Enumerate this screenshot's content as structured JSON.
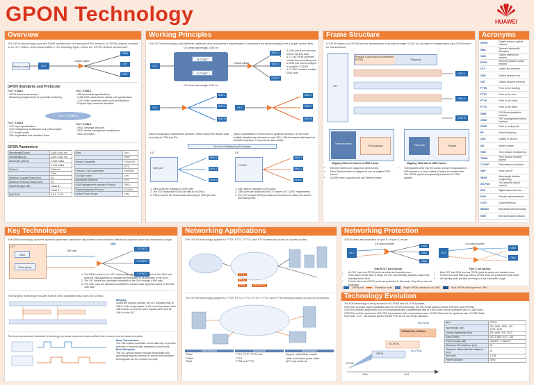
{
  "header": {
    "title": "GPON Technology",
    "logo_text": "HUAWEI"
  },
  "overview": {
    "title": "Overview",
    "desc": "The GPON technology uses the P2MP architecture of a standard PON network. A GPON network consists of an OLT, ONUs, and optical splitters. The following figure shows the GPON network architecture.",
    "labels": {
      "service_node": "Service node",
      "olt": "OLT",
      "splitter": "Optical splitter",
      "onu": "ONU",
      "ont": "ONT"
    },
    "std_title": "GPON Standards and Protocols",
    "std_center": "ITU-T G.984.x",
    "stds": [
      {
        "name": "ITU-T G.984.1",
        "lines": [
          "- GPON network parameters",
          "- Networking requirements for protection switching"
        ]
      },
      {
        "name": "ITU-T G.984.2",
        "lines": [
          "- ODN parameter specifications",
          "- 2.488 Gbit/s downstream optical port specifications",
          "- 1.244 Gbit/s upstream optical port specifications",
          "- Physical layer overhead allocation"
        ]
      },
      {
        "name": "ITU-T G.984.3",
        "lines": [
          "- GTC layer specifications",
          "- GTC multiplexing architecture and protocol stack",
          "- GTC frame format",
          "- ONU registration and activation flows",
          "- DBA specifications",
          "- Alarms and performance"
        ]
      },
      {
        "name": "ITU-T G.984.4",
        "lines": [
          "- OMCI message structure",
          "- OMCI device management architecture",
          "- OMCI principles"
        ]
      }
    ],
    "param_title": "GPON Parameters",
    "params_left": [
      [
        "Wavelength(Down)",
        "1480~1500 nm"
      ],
      [
        "Wavelength(Up)",
        "1290~1330 nm"
      ],
      [
        "Bandwidth (Gbit/s)",
        "2.488 Gbit/s"
      ],
      [
        "",
        "1.244 Gbit/s"
      ],
      [
        "Protocol",
        "Ethernet"
      ],
      [
        "",
        "TDM"
      ],
      [
        "Maximum Logical Reach (km)",
        "60"
      ],
      [
        "Maximum Physical Reach (km)",
        "20"
      ],
      [
        "Optical Budget (dB)",
        "Class B+"
      ],
      [
        "",
        "Class C+"
      ],
      [
        "Split Ratio",
        "1:64, 1:128"
      ]
    ],
    "params_right": [
      [
        "Data",
        "QoS"
      ],
      [
        "",
        "Voice"
      ],
      [
        "Service Capability",
        "TDM/CES"
      ],
      [
        "",
        "IPTV"
      ],
      [
        "Protocol & QoS guarantee",
        "Excellent"
      ],
      [
        "Cost (per user)",
        "Low"
      ],
      [
        "Bandwidth Efficiency",
        "92%"
      ],
      [
        "OAM Management standard Protocol",
        "OMCI"
      ],
      [
        "Power/Integration Protocol",
        "PLOAM"
      ],
      [
        "Global Forum Scope",
        "Cost"
      ]
    ]
  },
  "working": {
    "title": "Working Principles",
    "desc": "The GPON technology uses different upstream and downstream wavelengths to transmit data bidirectionally over a single optical fiber.",
    "ds_wl": "DS carrier wavelength: 1490 nm",
    "us_wl": "US carrier wavelength: 1310 nm",
    "labels": {
      "olt": "OLT",
      "rx": "R-CONT",
      "tx": "T-CONT",
      "splitter": "Optical splitter",
      "onu1": "ONU 1",
      "onu2": "ONU 2",
      "onun": "ONU N",
      "gem": "Gem port"
    },
    "notes": [
      "A GEM port is the minimum unit for carrying data.",
      "A T-CONT is an upstream service flow scheduling unit.",
      "A GEM port can be mapped to multiple T-CONTs.",
      "A T-CONT contains multiple GEM ports."
    ],
    "bcast": "Data is broadcast in downstream direction. ONUs receive the desired data according to GEM port IDs.",
    "tdma": "Data is transmitted in TDMA mode in upstream direction. On the node, multiple timeslots are allocated to each ONU. ONUs transmit data based on allocated timeslots. This prevents data conflict.",
    "mux_title": "Service Multiplexing Principles",
    "mux_left": [
      "GEM ports are mapped to GEM ports.",
      "The OLT broadcasts GEM port data to all ONUs.",
      "ONUs receive the desired data according to GEM port IDs."
    ],
    "mux_right": [
      "ONU data is mapped to GEM ports.",
      "GEM ports are added into the OLT based on T-CONT requirements.",
      "The OLT extracts GEM port data and forwards the data to its service processing units."
    ]
  },
  "frame": {
    "title": "Frame Structure",
    "desc": "A GPON frame is a GPON service transmission unit with a length of 125 us. All data is encapsulated into GEM frames for transmission.",
    "labels": {
      "pcbd": "Physical Control Block Downstream (PCBd)",
      "payload": "Payload",
      "olt": "OLT",
      "onu1": "ONU 1",
      "onu2": "ONU 2",
      "onun": "ONU N",
      "gem_payload": "GEM payload",
      "tdm": "TDM data",
      "eth": "Ethernet frame",
      "payload2": "Payload"
    },
    "maps": [
      "Mapping Ethernet frames to GEM frames",
      "Mapping TDM data to GEM frames"
    ],
    "notes_left": [
      "Ethernet frames are mapped to GEM frames.",
      "Each Ethernet frame is mapped to one or multiple GEM frames.",
      "A GEM frame supports only one Ethernet frame."
    ],
    "notes_right": [
      "TDM packets enter into the queue and are encapsulated in GEM frames in a fixed number of bytes for transmission.",
      "The GPON system transparently transmits the TDM packets."
    ]
  },
  "acronyms": {
    "title": "Acronyms",
    "items": [
      [
        "GPON",
        "Gigabit passive optical network"
      ],
      [
        "DBA",
        "Dynamic bandwidth allocation"
      ],
      [
        "ODN",
        "Optical distribution network"
      ],
      [
        "EPON",
        "Ethernet passive optical network"
      ],
      [
        "OLT",
        "Optical line terminal"
      ],
      [
        "ONU",
        "Optical network unit"
      ],
      [
        "ONT",
        "Optical network terminal"
      ],
      [
        "FTTB",
        "Fiber to the building"
      ],
      [
        "FTTC",
        "Fiber to the curb"
      ],
      [
        "FTTH",
        "Fiber to the home"
      ],
      [
        "FTTO",
        "Fiber to the office"
      ],
      [
        "GEM",
        "GPON encapsulation method"
      ],
      [
        "OMCI",
        "ONT management control interface"
      ],
      [
        "P2MP",
        "Point to multi-point"
      ],
      [
        "RF",
        "Radio frequency"
      ],
      [
        "QoS",
        "Quality of service"
      ],
      [
        "SN",
        "Serial number"
      ],
      [
        "TDM",
        "Time division multiplexing"
      ],
      [
        "TDMA",
        "Time division multiple access"
      ],
      [
        "T-CONT",
        "Transmission container"
      ],
      [
        "VoIP",
        "Voice over IP"
      ],
      [
        "WDM",
        "Wavelength division multiplexing"
      ],
      [
        "XG-PON",
        "10G passive optical network"
      ],
      [
        "DSL",
        "Digital subscriber line"
      ],
      [
        "PON",
        "Passive optical network"
      ],
      [
        "CATV",
        "Cable television"
      ],
      [
        "WiMAX",
        "Worldwide interoperability"
      ],
      [
        "NGN",
        "Next generation network"
      ]
    ]
  },
  "keytech": {
    "title": "Key Technologies",
    "dba_desc": "The DBA technology uses the dynamic upstream bandwidth adjustment mechanism to effectively improve upstream bandwidth usage.",
    "dba_title": "DBA",
    "dba_notes": [
      "The DBA module in the OLT continuously collects DBA reports from the ONU and uses the DBA algorithm to calculate the bandwidth to be allocated to the ONU.",
      "The OLT issues the calculated bandwidth to the ONU through a BW map.",
      "The ONU uses the allocated bandwidth to transmit data upstream based on the BW map data."
    ],
    "labels": {
      "olt": "OLT",
      "onu": "ONU",
      "dba": "DBA",
      "data_plane": "Data plane",
      "bw": "BW map",
      "tcont": "T-CONT",
      "tcont1": "T-CONT1",
      "tcont2": "T-CONT2",
      "tcont3": "T-CONT3"
    },
    "ranging_desc": "The ranging technology ensures that all ONU upstream data does not conflict.",
    "ranging_title": "Ranging",
    "ranging_note": "During the ranging process, the OLT allocates EqD to ONUs. EqD compensates for the round trip delay of the ONU frames so that the same logical reach from all ONUs to the OLT.",
    "burst_desc": "The burst optical and electrical technology prevents upstream data conflict and ensures correct data reception.",
    "burst_tx": "Burst Transmission",
    "burst_tx_note": "The ONU optical transmitter sends data only in granted timeslots to transmit data upstream in burst mode.",
    "burst_rx": "Burst Reception",
    "burst_rx_note": "The OLT optical receiver module dynamically and periodically adjusts threshold to ensure that upstream burst signals can be received correctly."
  },
  "netapp": {
    "title": "Networking Applications",
    "desc1": "The GPON technology applies to FTTB, FTTC, FTTO, and FTTH networks based on access nodes.",
    "desc2": "The GPON technology applies to FTTB, FTTC, FTTO, FTTH, FTTO, and FTTM networks based on service scenarios.",
    "tags": [
      "FTTH",
      "FTTC",
      "FTTB",
      "FTTx/FTTO"
    ],
    "cols": [
      {
        "head": "Multi-Scenario",
        "lines": [
          "FBase",
          "FOffice",
          "FBuilt"
        ]
      },
      {
        "head": "Multi-Mode",
        "lines": [
          "FTTH, FTTC, FTTB, and",
          "FTTO",
          "FTTM and FTTO"
        ]
      },
      {
        "head": "Multi-Medium",
        "lines": [
          "Support, optical fiber, coaxial",
          "cable, and electric power cable",
          "Wi-Fi and small cell"
        ]
      }
    ]
  },
  "protection": {
    "title": "Networking Protection",
    "desc": "GPON lines are protected in type B or type C mode.",
    "labels": {
      "olt": "OLT",
      "onu": "ONU",
      "splitter1": "2:N optical splitter",
      "splitter2": "1:N optical splitter"
    },
    "type_b": "Type B OLT port backup",
    "type_c": "Type C full backup",
    "notes_b": [
      "An OLT uses two GPON ports as active and standby ones.",
      "If the active feeder fiber is faulty, the OLT automatically switches data to the standby feeder fiber.",
      "Feeder fibers and GPON ports are protected in this mode. Drop fibers are not protected."
    ],
    "notes_c": [
      "Both OLT and ONU use two GPON ports as active and standby ones.",
      "Feeder and drop fibers as well as GPON ports are protected in this mode.",
      "All standby ports are idle, resulting in a low bandwidth usage."
    ],
    "legend": [
      "GPON port",
      "Protection route",
      "Single GPON optical port on ONU",
      "Dual GPON optical ports on ONU"
    ]
  },
  "evolution": {
    "title": "Technology Evolution",
    "lines": [
      "The PON technology is being evolved to NG-PON1 and NG-PON2 phases.",
      "NG-PON1 provides higher bandwidth than the GPON technology. The NG-PON1 phase involves XGPON1 and XGPON2.",
      "XGPON1 provides asymmetric 10G-PON bandwidth with a downstream rate of 9.953 Gbit/s and an upstream rate of 2.488 Gbit/s.",
      "XGPON2 provides symmetric 10G-PON transmission with a downstream rate of 9.953 Gbit/s and an upstream rate of 9.953 Gbit/s.",
      "NG-PON2: ITU-T has already started TWDM PON as the NG-PON2 standard."
    ],
    "stages": [
      "TWDM-PON, 40Gbit/s",
      "XG-PON1",
      "GPON",
      "G-PON",
      "NG-PON1",
      "NG-PON2"
    ],
    "years": [
      "2010",
      "2011"
    ],
    "table": {
      "head": [
        "Item",
        "GPON"
      ],
      "rows": [
        [
          "Wavelength (nm)",
          "DS: 1480~1500 / US: 1290~1330"
        ],
        [
          "Central wavelength (nm)",
          "DS: 1490 / US: 1310"
        ],
        [
          "Rate (Gbit/s)",
          "DS: 2.488 / US: 1.244"
        ],
        [
          "Power budget (dB)",
          "Class B+ / Class C+"
        ],
        [
          "Maximum fiber distance (km)",
          "20"
        ],
        [
          "Maximum differential fiber distance (km)",
          "20"
        ],
        [
          "Split ratio",
          "1:128"
        ],
        [
          "Frame structure",
          "GEM"
        ]
      ]
    }
  }
}
